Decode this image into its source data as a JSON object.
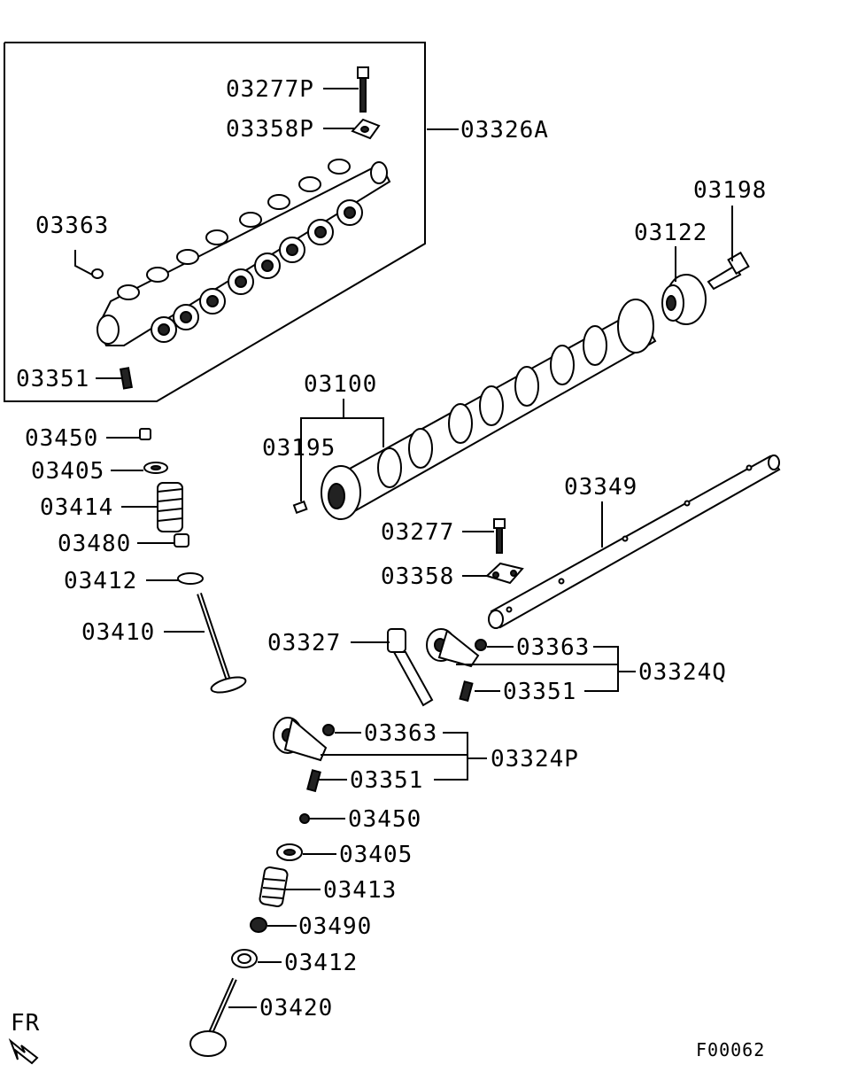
{
  "diagram_code": "F00062",
  "orientation_label": "FR",
  "labels": {
    "p03277P": "03277P",
    "p03358P": "03358P",
    "p03326A": "03326A",
    "p03363_box": "03363",
    "p03351_box": "03351",
    "p03198": "03198",
    "p03122": "03122",
    "p03100": "03100",
    "p03195": "03195",
    "p03450_a": "03450",
    "p03405_a": "03405",
    "p03414": "03414",
    "p03480": "03480",
    "p03412_a": "03412",
    "p03410": "03410",
    "p03349": "03349",
    "p03277": "03277",
    "p03358": "03358",
    "p03327": "03327",
    "p03363_q": "03363",
    "p03324Q": "03324Q",
    "p03351_q": "03351",
    "p03363_p": "03363",
    "p03324P": "03324P",
    "p03351_p": "03351",
    "p03450_b": "03450",
    "p03405_b": "03405",
    "p03413": "03413",
    "p03490": "03490",
    "p03412_b": "03412",
    "p03420": "03420"
  }
}
